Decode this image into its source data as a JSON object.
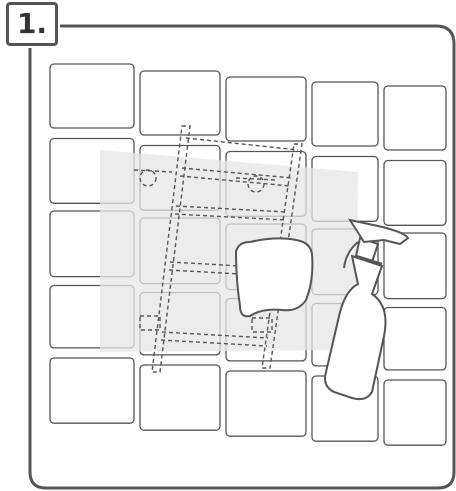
{
  "step": {
    "label": "1."
  },
  "illustration": {
    "elements": [
      "wall-tiles",
      "cleaning-area",
      "dashed-ladder-outline",
      "cloth",
      "spray-bottle"
    ],
    "colors": {
      "frame": "#555555",
      "tile_stroke": "#555555",
      "highlight": "#e6e6e6",
      "fill": "#ffffff"
    }
  }
}
